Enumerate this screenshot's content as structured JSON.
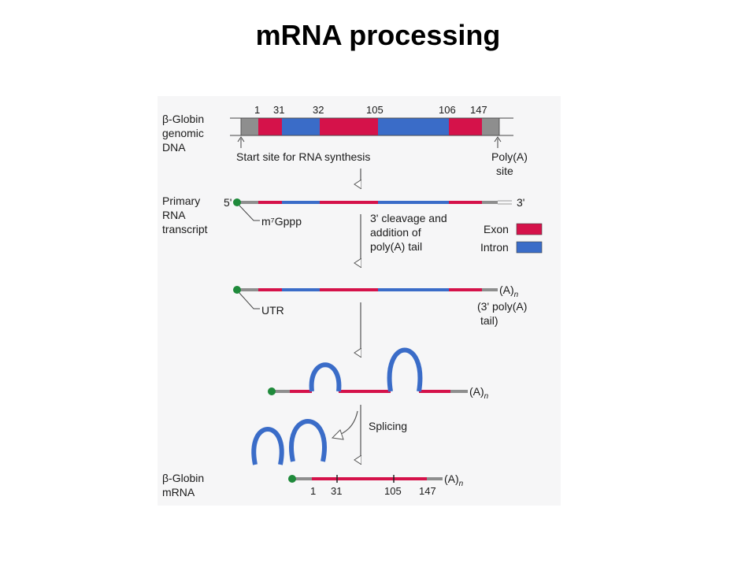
{
  "title": "mRNA processing",
  "colors": {
    "exon": "#d5124a",
    "intron": "#3a6cc8",
    "flank": "#8e8e8e",
    "cap": "#1f8a3b"
  },
  "dna": {
    "label_lines": [
      "β-Globin",
      "genomic",
      "DNA"
    ],
    "positions": [
      "1",
      "31",
      "32",
      "105",
      "106",
      "147"
    ],
    "start_site": "Start site for RNA synthesis",
    "polya_site_lines": [
      "Poly(A)",
      "site"
    ]
  },
  "primary": {
    "label_lines": [
      "Primary",
      "RNA",
      "transcript"
    ],
    "five_prime": "5'",
    "three_prime": "3'",
    "cap": "m⁷Gppp"
  },
  "step_cleavage_lines": [
    "3' cleavage and",
    "addition of",
    "poly(A) tail"
  ],
  "legend": {
    "exon": "Exon",
    "intron": "Intron"
  },
  "polyadenylated": {
    "utr": "UTR",
    "tail": "(A)",
    "tail_sub": "n",
    "tail_note_lines": [
      "(3' poly(A)",
      "tail)"
    ]
  },
  "looped": {
    "tail": "(A)",
    "tail_sub": "n"
  },
  "step_splicing": "Splicing",
  "mrna": {
    "label_lines": [
      "β-Globin",
      "mRNA"
    ],
    "positions": [
      "1",
      "31",
      "105",
      "147"
    ],
    "tail": "(A)",
    "tail_sub": "n"
  }
}
